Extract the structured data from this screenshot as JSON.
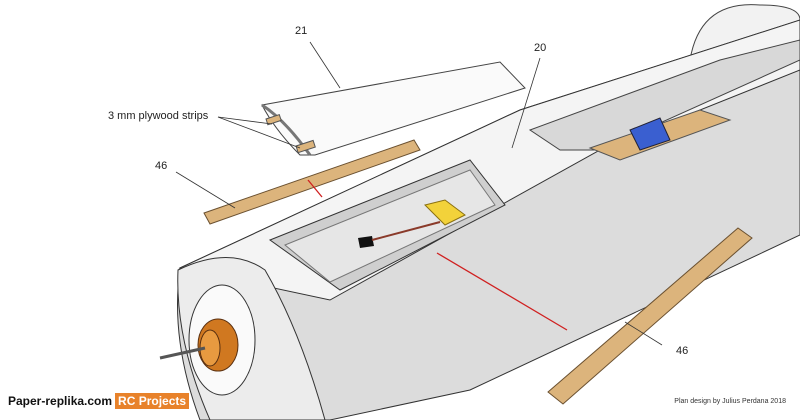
{
  "labels": {
    "part_21": "21",
    "part_20": "20",
    "strips": "3 mm plywood strips",
    "part_46_left": "46",
    "part_46_right": "46"
  },
  "footer": {
    "site": "Paper-replika.com",
    "badge": "RC Projects",
    "credit": "Plan design by Julius Perdana 2018"
  },
  "colors": {
    "wood": "#dcb47c",
    "accent": "#e8822a",
    "servo": "#3a5fd0",
    "arrow": "#d02020"
  }
}
